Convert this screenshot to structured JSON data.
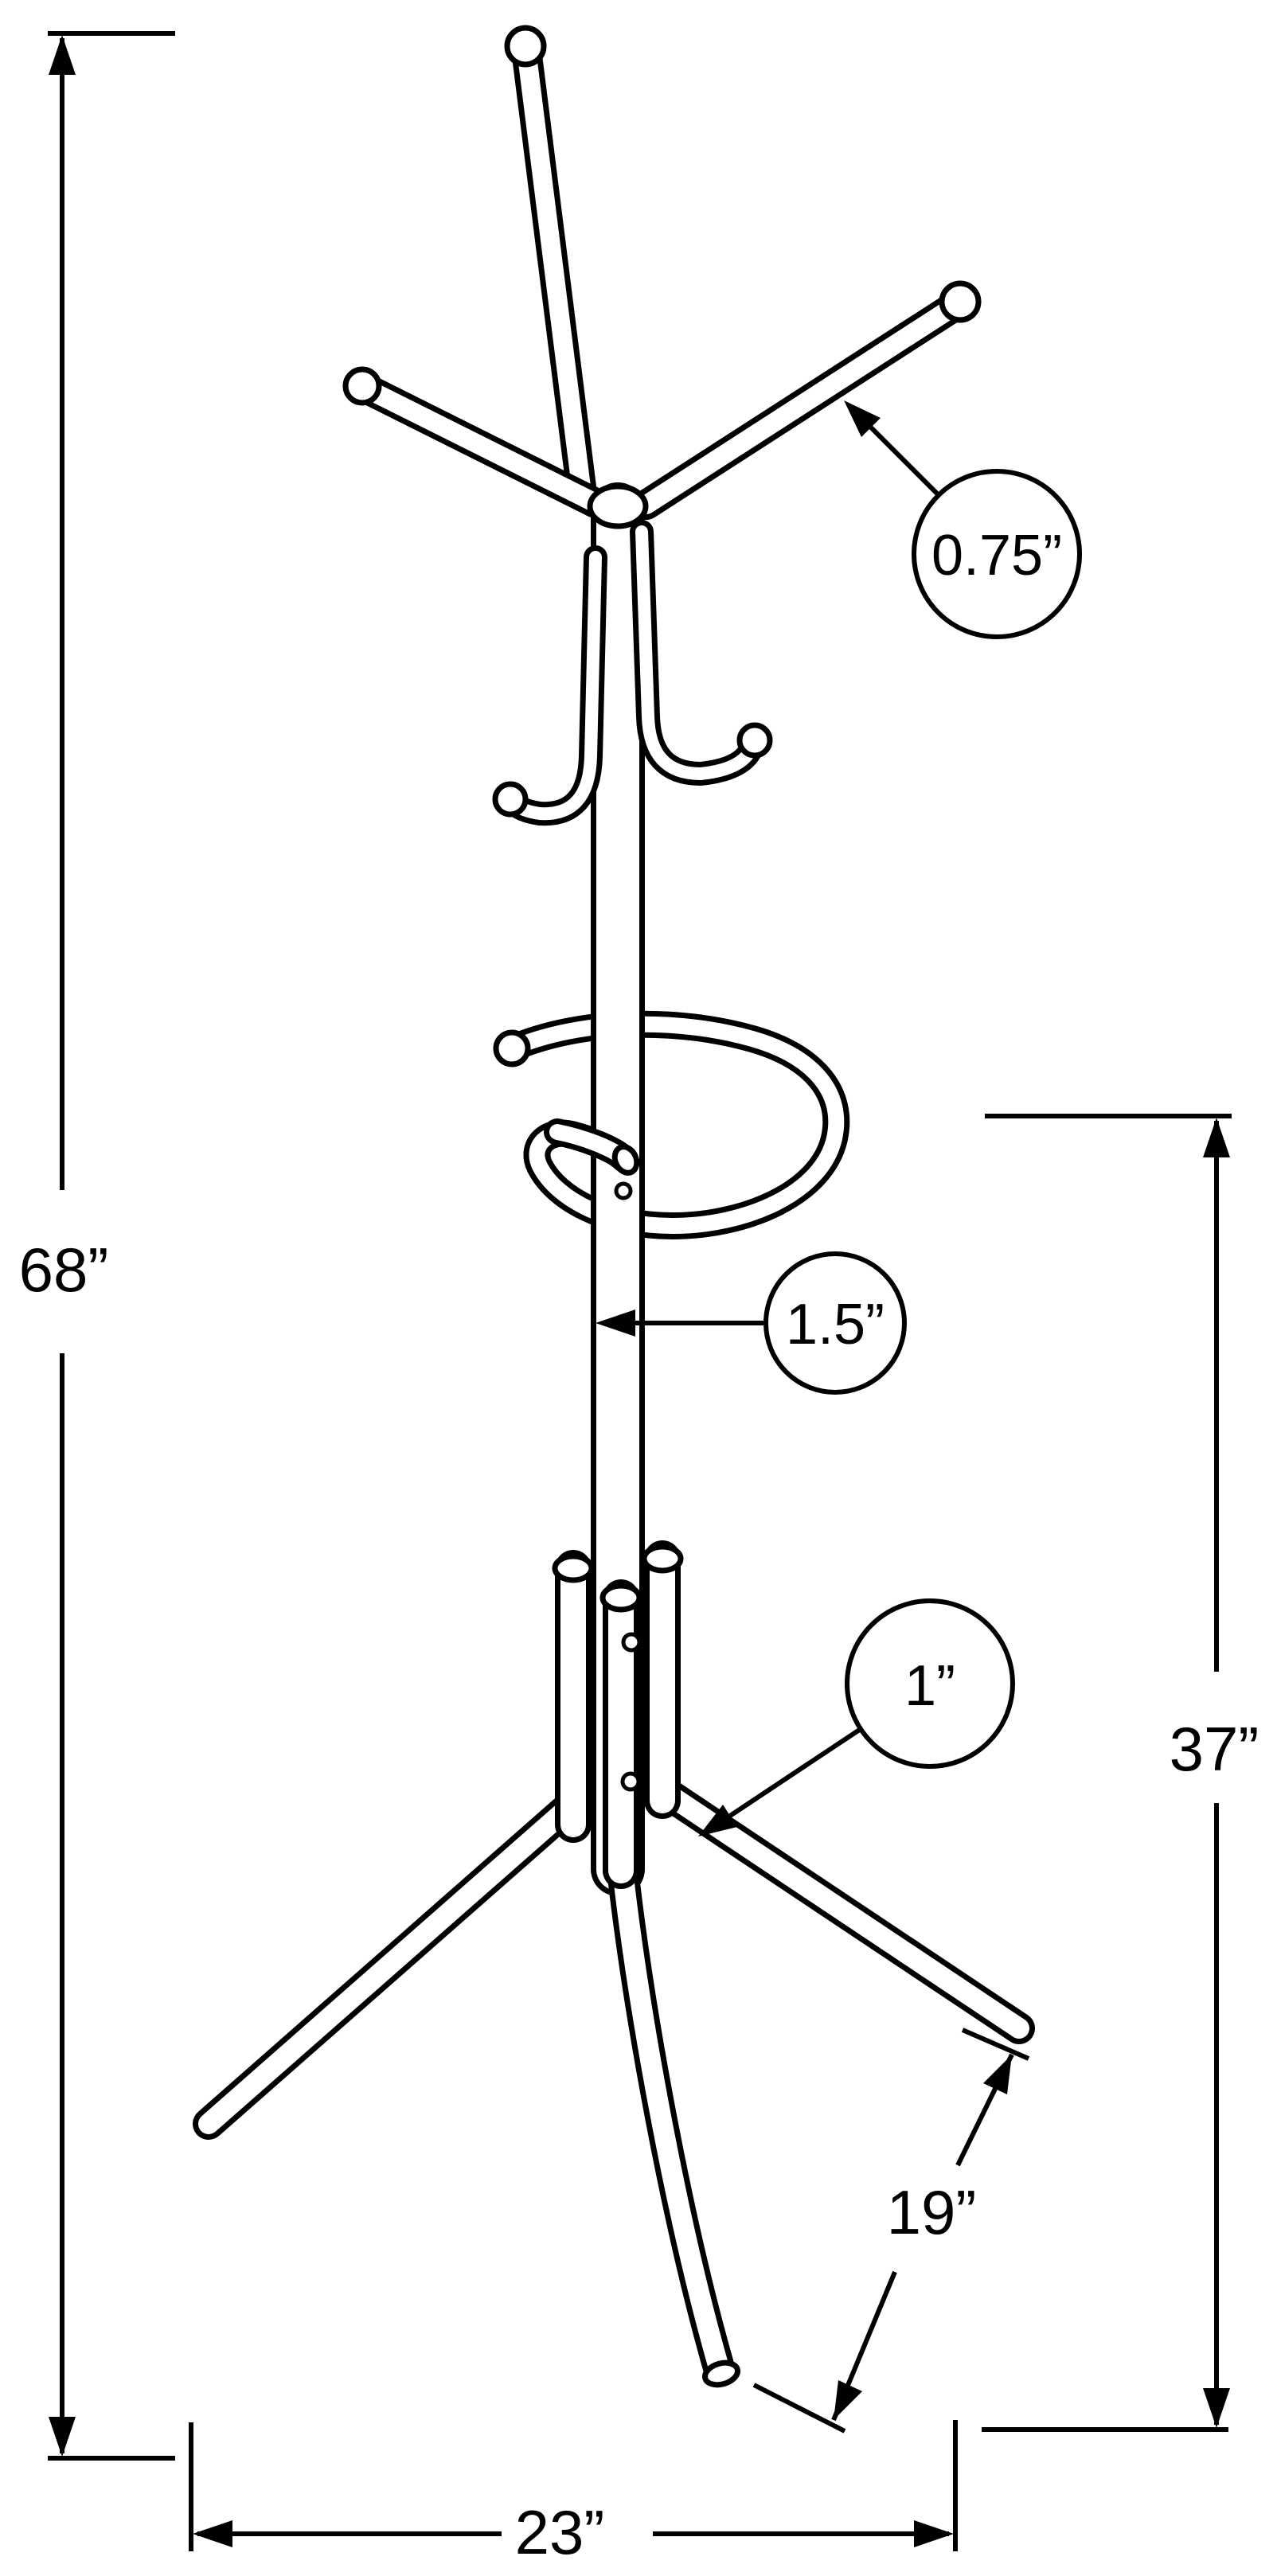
{
  "diagram": {
    "type": "product-dimension-drawing",
    "subject": "metal coat rack / hall tree with hooks, umbrella ring and tripod legs",
    "background_color": "#ffffff",
    "line_color": "#000000",
    "dimensions": {
      "overall_height": "68”",
      "stand_height": "37”",
      "base_width": "23”",
      "leg_length": "19”"
    },
    "callouts": {
      "hook_tube_diameter": "0.75”",
      "pole_diameter": "1.5”",
      "leg_tube_diameter": "1”"
    }
  }
}
